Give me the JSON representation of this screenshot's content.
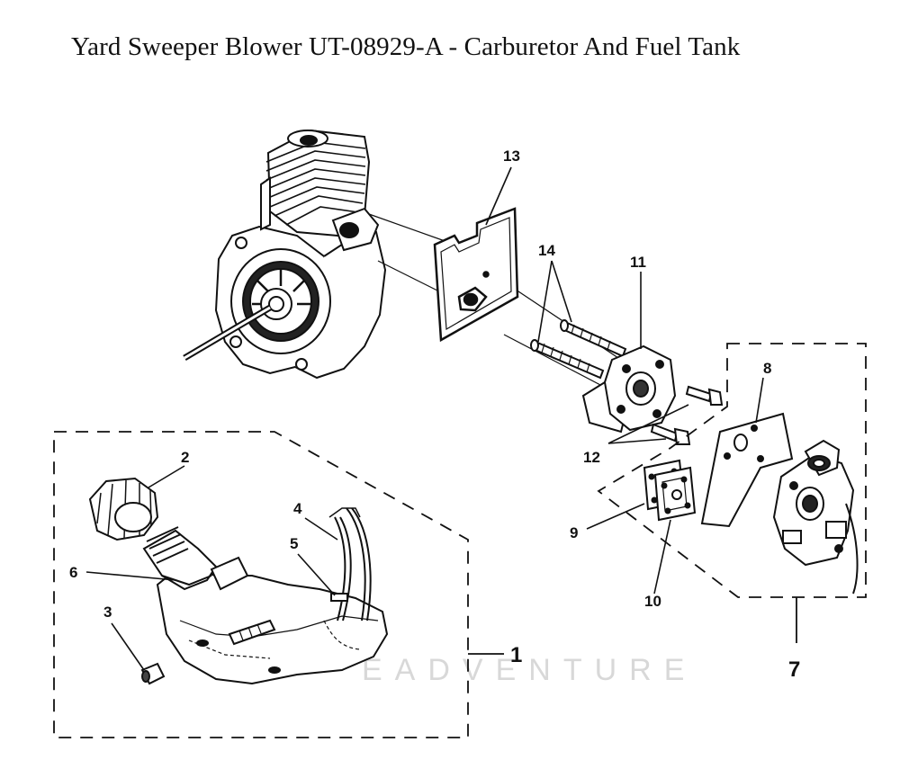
{
  "title": "Yard Sweeper Blower UT-08929-A - Carburetor And Fuel Tank",
  "watermark": "EADVENTURE",
  "callouts": {
    "c1": "1",
    "c2": "2",
    "c3": "3",
    "c4": "4",
    "c5": "5",
    "c6": "6",
    "c7": "7",
    "c8": "8",
    "c9": "9",
    "c10": "10",
    "c11": "11",
    "c12": "12",
    "c13": "13",
    "c14": "14"
  }
}
